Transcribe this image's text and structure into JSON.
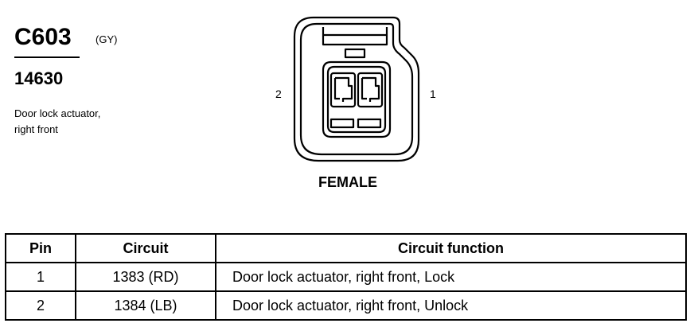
{
  "connector": {
    "id": "C603",
    "color_code": "(GY)",
    "part_number": "14630",
    "description_line1": "Door lock actuator,",
    "description_line2": "right front"
  },
  "diagram": {
    "pin_left_label": "2",
    "pin_right_label": "1",
    "view_label": "FEMALE"
  },
  "table": {
    "headers": [
      "Pin",
      "Circuit",
      "Circuit function"
    ],
    "rows": [
      {
        "pin": "1",
        "circuit": "1383 (RD)",
        "function": "Door lock actuator, right front, Lock"
      },
      {
        "pin": "2",
        "circuit": "1384 (LB)",
        "function": "Door lock actuator, right front, Unlock"
      }
    ]
  }
}
